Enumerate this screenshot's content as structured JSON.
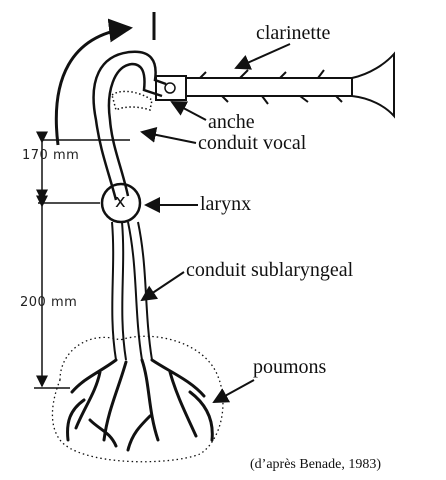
{
  "labels": {
    "clarinette": "clarinette",
    "anche": "anche",
    "conduit_vocal": "conduit vocal",
    "larynx": "larynx",
    "larynx_mark": "x",
    "conduit_sublaryngeal": "conduit sublaryngeal",
    "poumons": "poumons"
  },
  "dimensions": {
    "upper": "170 mm",
    "lower": "200 mm"
  },
  "credit": "(d’après Benade, 1983)",
  "colors": {
    "ink": "#111111",
    "background": "#ffffff"
  }
}
